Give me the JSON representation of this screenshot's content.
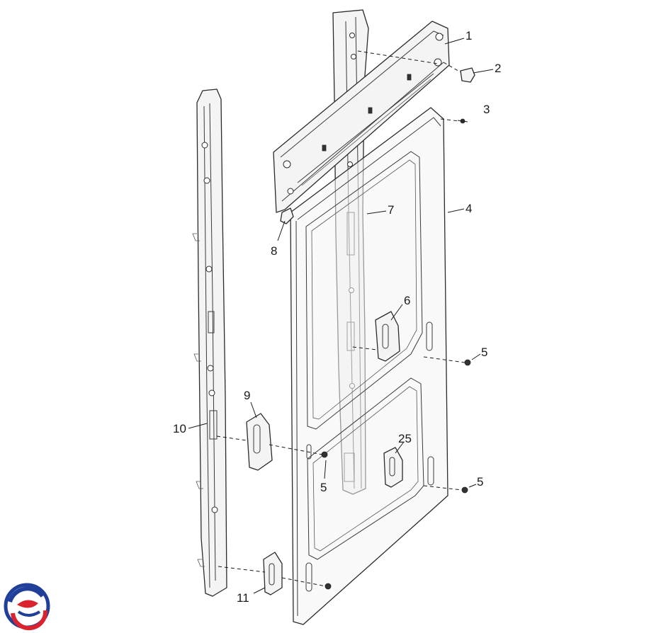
{
  "diagram": {
    "callouts": [
      {
        "id": "c1",
        "text": "1"
      },
      {
        "id": "c2",
        "text": "2"
      },
      {
        "id": "c3",
        "text": "3"
      },
      {
        "id": "c4",
        "text": "4"
      },
      {
        "id": "c5a",
        "text": "5"
      },
      {
        "id": "c5b",
        "text": "5"
      },
      {
        "id": "c5c",
        "text": "5"
      },
      {
        "id": "c6",
        "text": "6"
      },
      {
        "id": "c7",
        "text": "7"
      },
      {
        "id": "c8",
        "text": "8"
      },
      {
        "id": "c9",
        "text": "9"
      },
      {
        "id": "c10",
        "text": "10"
      },
      {
        "id": "c11",
        "text": "11"
      },
      {
        "id": "c25",
        "text": "25"
      }
    ]
  },
  "logo": {
    "icon": "brand-swirl-logo",
    "colors": {
      "blue": "#1f3f9a",
      "red": "#d9232e"
    }
  }
}
